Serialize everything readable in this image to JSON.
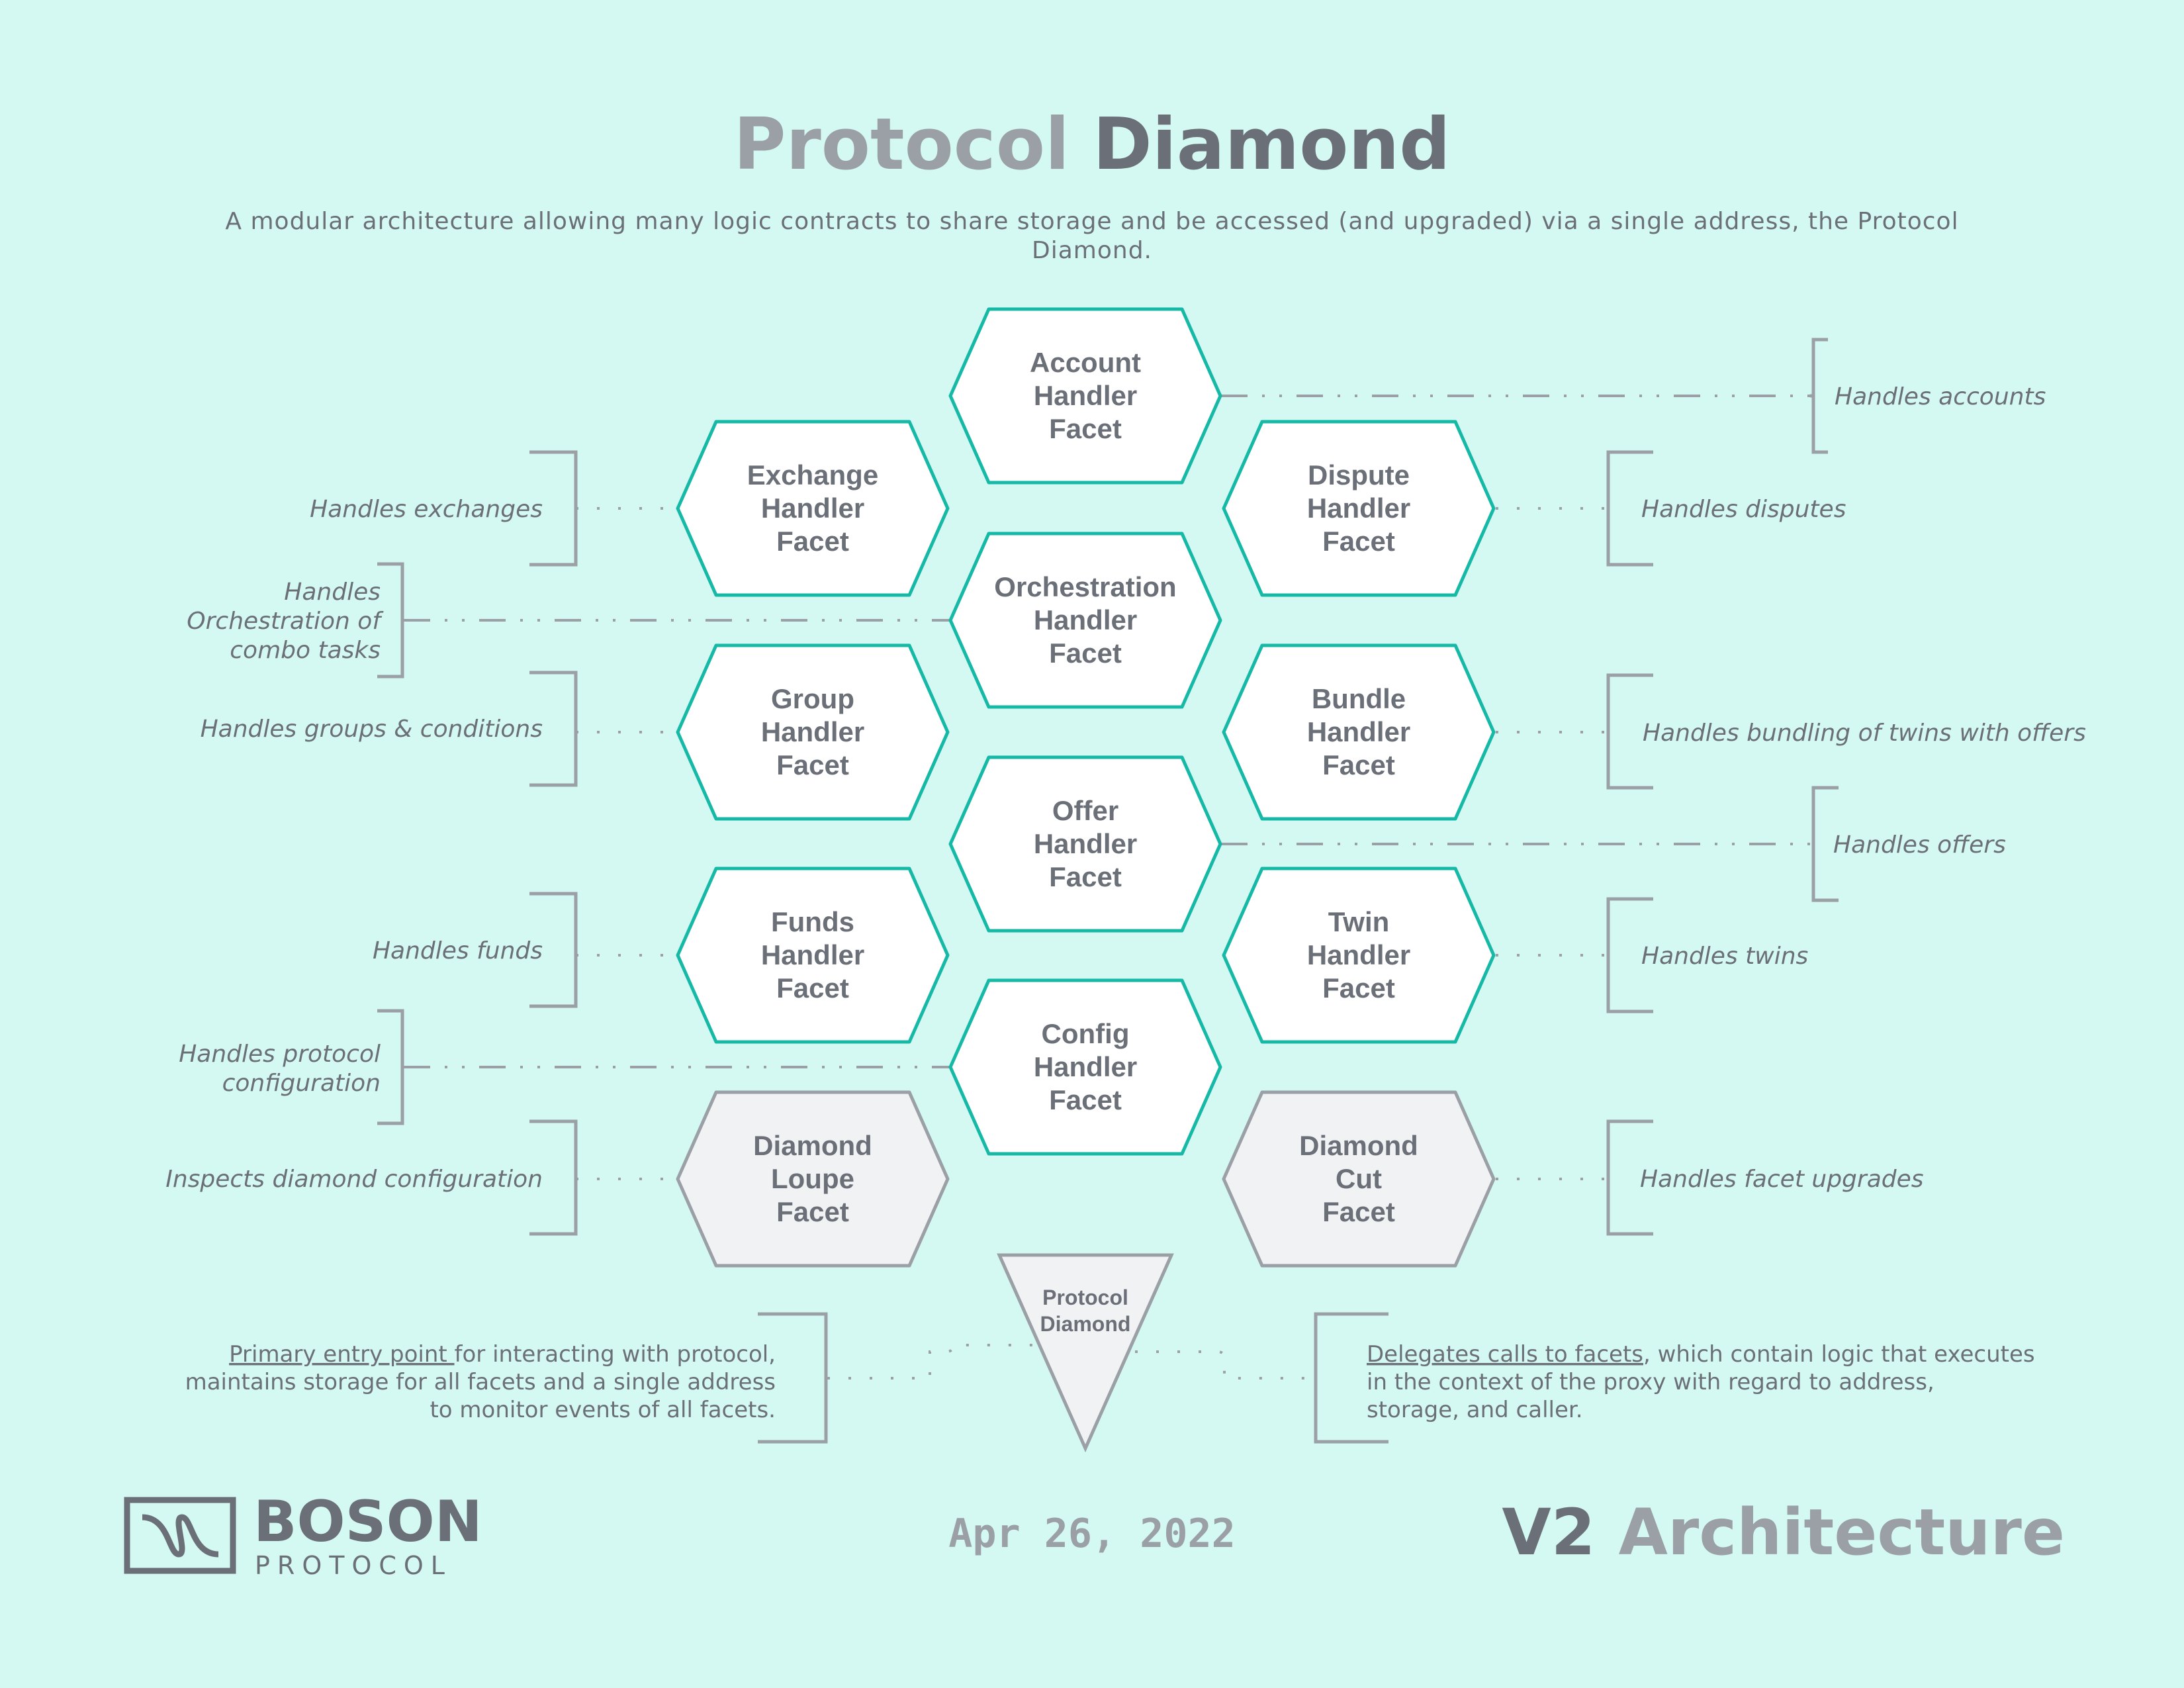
{
  "header": {
    "title_part1": "Protocol",
    "title_part2": "Diamond",
    "subtitle_line1": "A modular architecture allowing many logic contracts to share storage and be accessed (and upgraded) via a single address, the Protocol",
    "subtitle_line2": "Diamond."
  },
  "facets": [
    {
      "id": "account",
      "lines": [
        "Account",
        "Handler",
        "Facet"
      ],
      "style": "teal"
    },
    {
      "id": "exchange",
      "lines": [
        "Exchange",
        "Handler",
        "Facet"
      ],
      "style": "teal"
    },
    {
      "id": "dispute",
      "lines": [
        "Dispute",
        "Handler",
        "Facet"
      ],
      "style": "teal"
    },
    {
      "id": "orchestration",
      "lines": [
        "Orchestration",
        "Handler",
        "Facet"
      ],
      "style": "teal"
    },
    {
      "id": "group",
      "lines": [
        "Group",
        "Handler",
        "Facet"
      ],
      "style": "teal"
    },
    {
      "id": "bundle",
      "lines": [
        "Bundle",
        "Handler",
        "Facet"
      ],
      "style": "teal"
    },
    {
      "id": "offer",
      "lines": [
        "Offer",
        "Handler",
        "Facet"
      ],
      "style": "teal"
    },
    {
      "id": "funds",
      "lines": [
        "Funds",
        "Handler",
        "Facet"
      ],
      "style": "teal"
    },
    {
      "id": "twin",
      "lines": [
        "Twin",
        "Handler",
        "Facet"
      ],
      "style": "teal"
    },
    {
      "id": "config",
      "lines": [
        "Config",
        "Handler",
        "Facet"
      ],
      "style": "teal"
    },
    {
      "id": "diamond-loupe",
      "lines": [
        "Diamond",
        "Loupe",
        "Facet"
      ],
      "style": "grey"
    },
    {
      "id": "diamond-cut",
      "lines": [
        "Diamond",
        "Cut",
        "Facet"
      ],
      "style": "grey"
    }
  ],
  "labels": {
    "accounts": [
      "Handles accounts"
    ],
    "exchanges": [
      "Handles exchanges"
    ],
    "disputes": [
      "Handles disputes"
    ],
    "orchestration": [
      "Handles",
      "Orchestration of",
      "combo tasks"
    ],
    "groups": [
      "Handles groups & conditions"
    ],
    "bundles": [
      "Handles bundling of twins with offers"
    ],
    "offers": [
      "Handles offers"
    ],
    "funds": [
      "Handles funds"
    ],
    "twins": [
      "Handles twins"
    ],
    "config": [
      "Handles protocol",
      "configuration"
    ],
    "loupe": [
      "Inspects diamond configuration"
    ],
    "cut": [
      "Handles facet upgrades"
    ]
  },
  "protocol_diamond": {
    "lines": [
      "Protocol",
      "Diamond"
    ]
  },
  "notes": {
    "left": {
      "underlined": "Primary entry point ",
      "line1_rest": "for interacting with protocol,",
      "line2": "maintains storage for all facets and a single address",
      "line3": "to monitor events of all facets."
    },
    "right": {
      "underlined": "Delegates calls to facets",
      "line1_rest": ", which contain logic that executes",
      "line2": "in the context of the proxy with regard to address,",
      "line3": "storage, and caller."
    }
  },
  "footer": {
    "logo_main": "BOSON",
    "logo_sub": "PROTOCOL",
    "date": "Apr 26, 2022",
    "version": "V2",
    "architecture": "Architecture"
  },
  "colors": {
    "background": "#d4f8f2",
    "teal": "#16b8a6",
    "grey_text": "#6b7078",
    "light_grey": "#9aa0a6"
  }
}
